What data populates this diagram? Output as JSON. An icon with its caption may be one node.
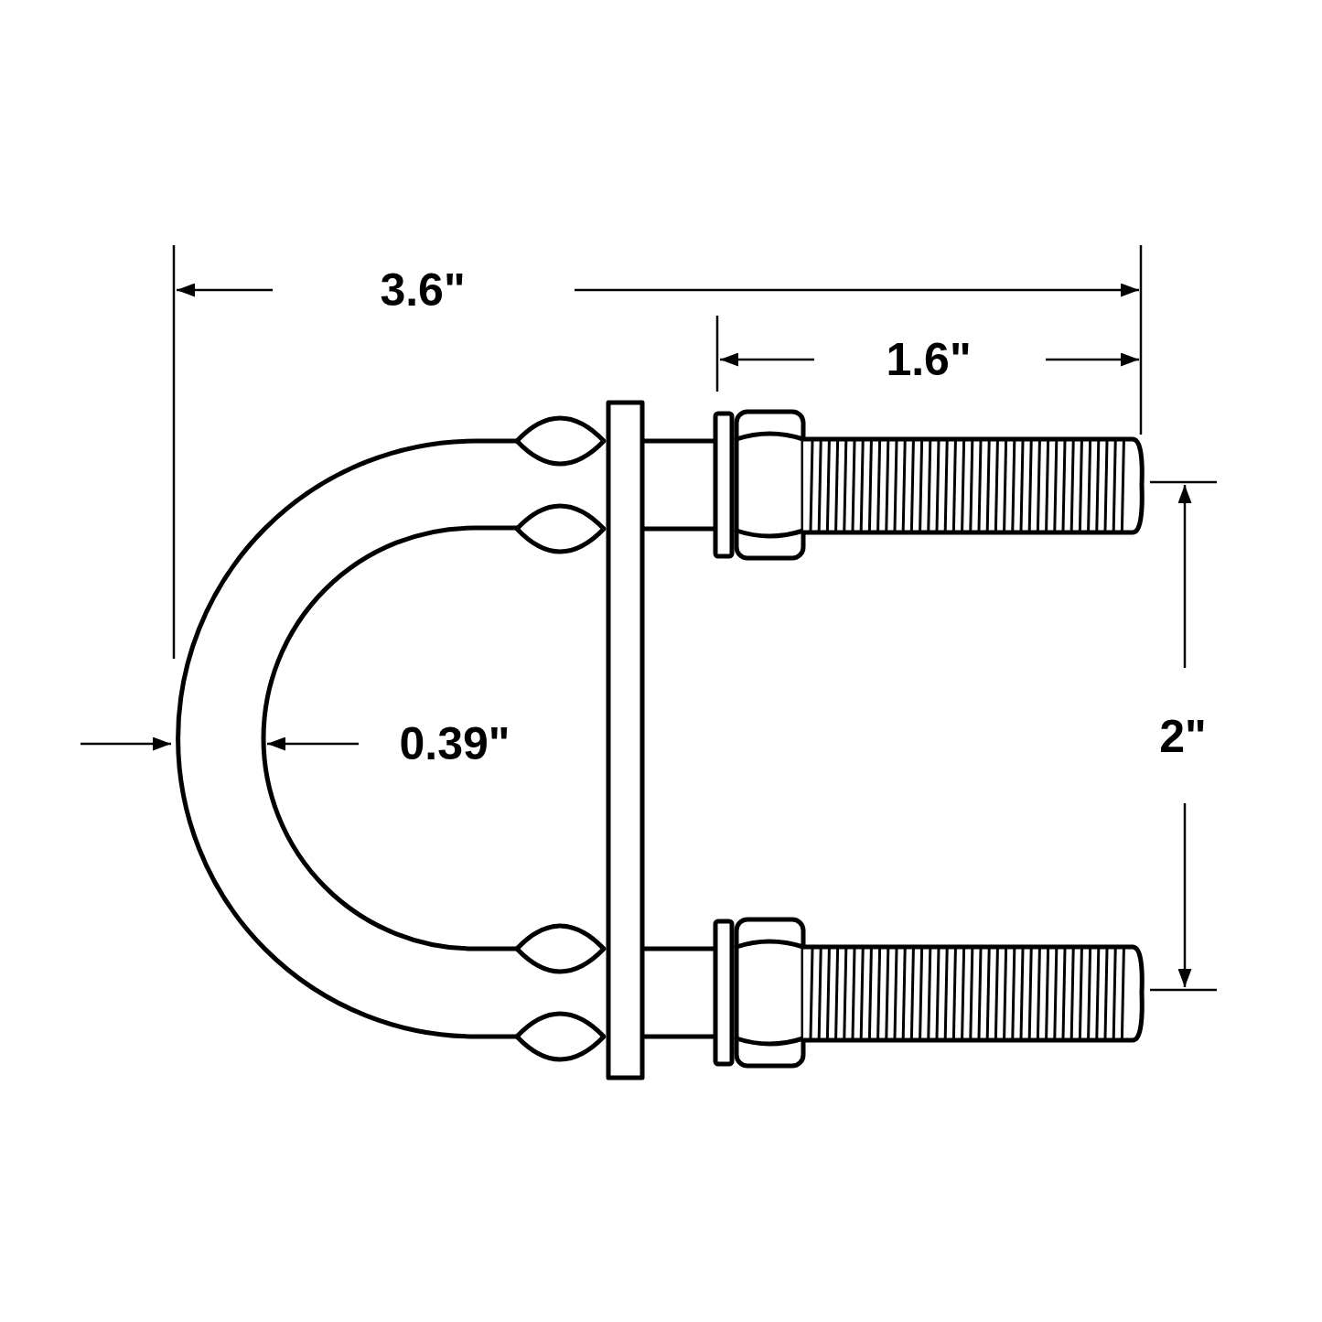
{
  "diagram": {
    "labels": [
      "3.6\"",
      "1.6\"",
      "0.39\"",
      "2\""
    ]
  }
}
